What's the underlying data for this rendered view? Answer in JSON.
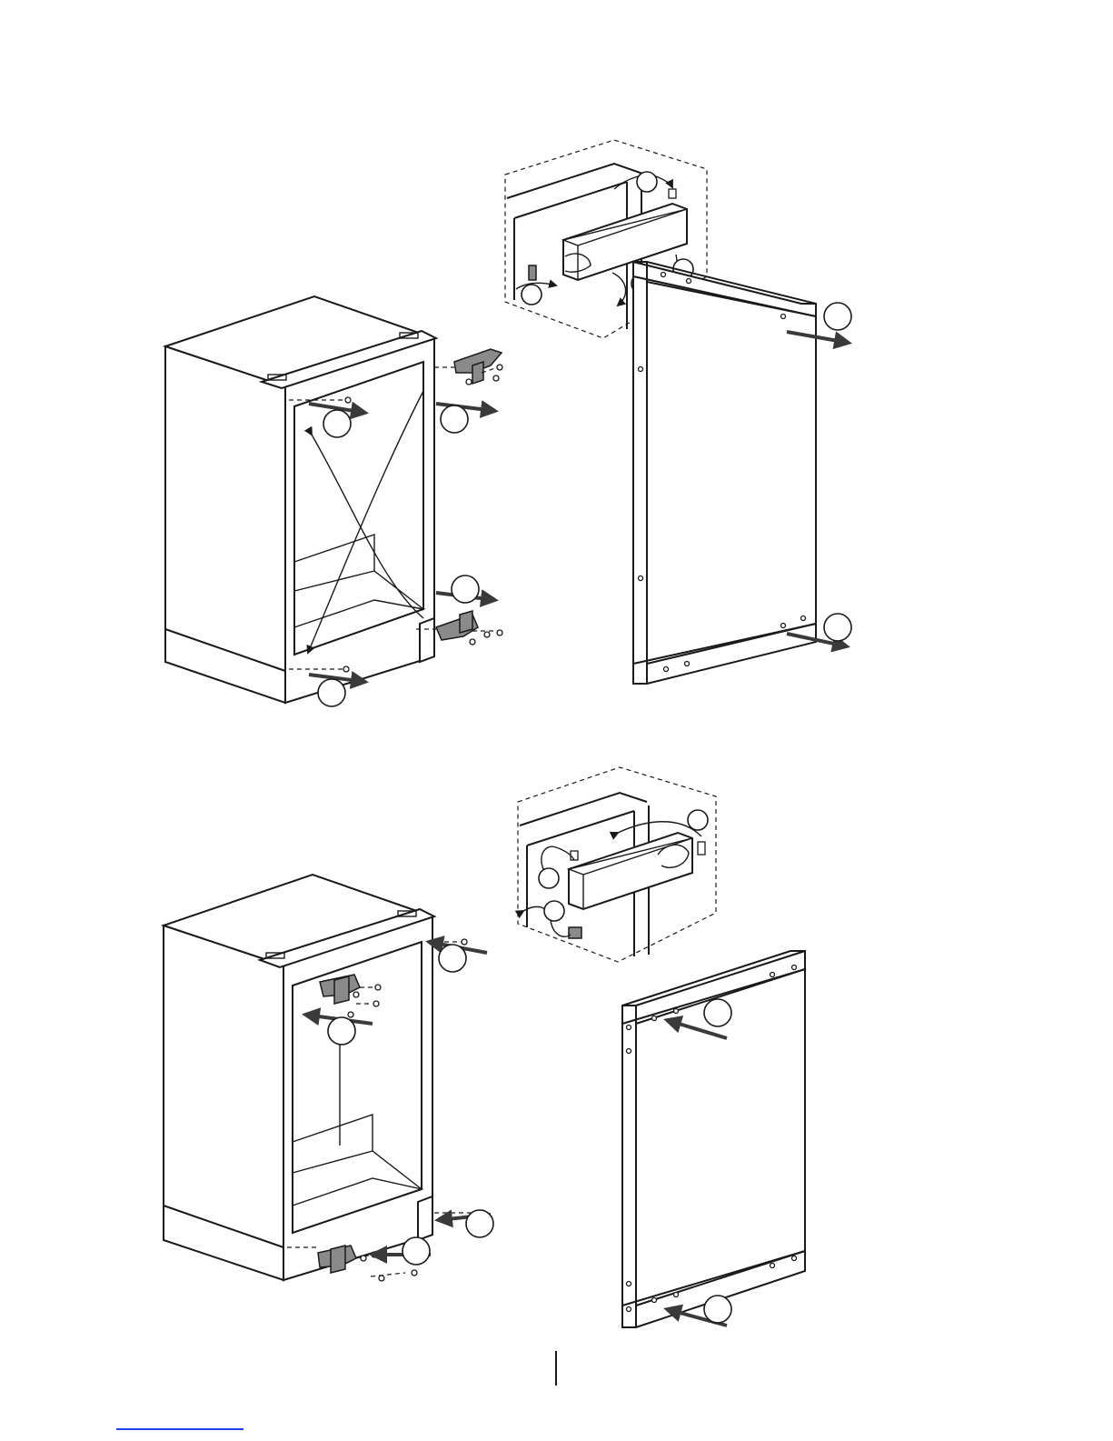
{
  "figure": {
    "sections": [
      {
        "name": "current-door-orientation",
        "parts": [
          "cabinet",
          "hinge-detail",
          "door-panel"
        ]
      },
      {
        "name": "reversed-door-orientation",
        "parts": [
          "cabinet",
          "hinge-detail",
          "door-panel"
        ]
      }
    ],
    "step_markers": 21,
    "colors": {
      "line": "#1a1a1a",
      "hinge": "#8a8a8a",
      "arrow": "#3a3a3a",
      "link_rule": "#1f3fff"
    }
  }
}
